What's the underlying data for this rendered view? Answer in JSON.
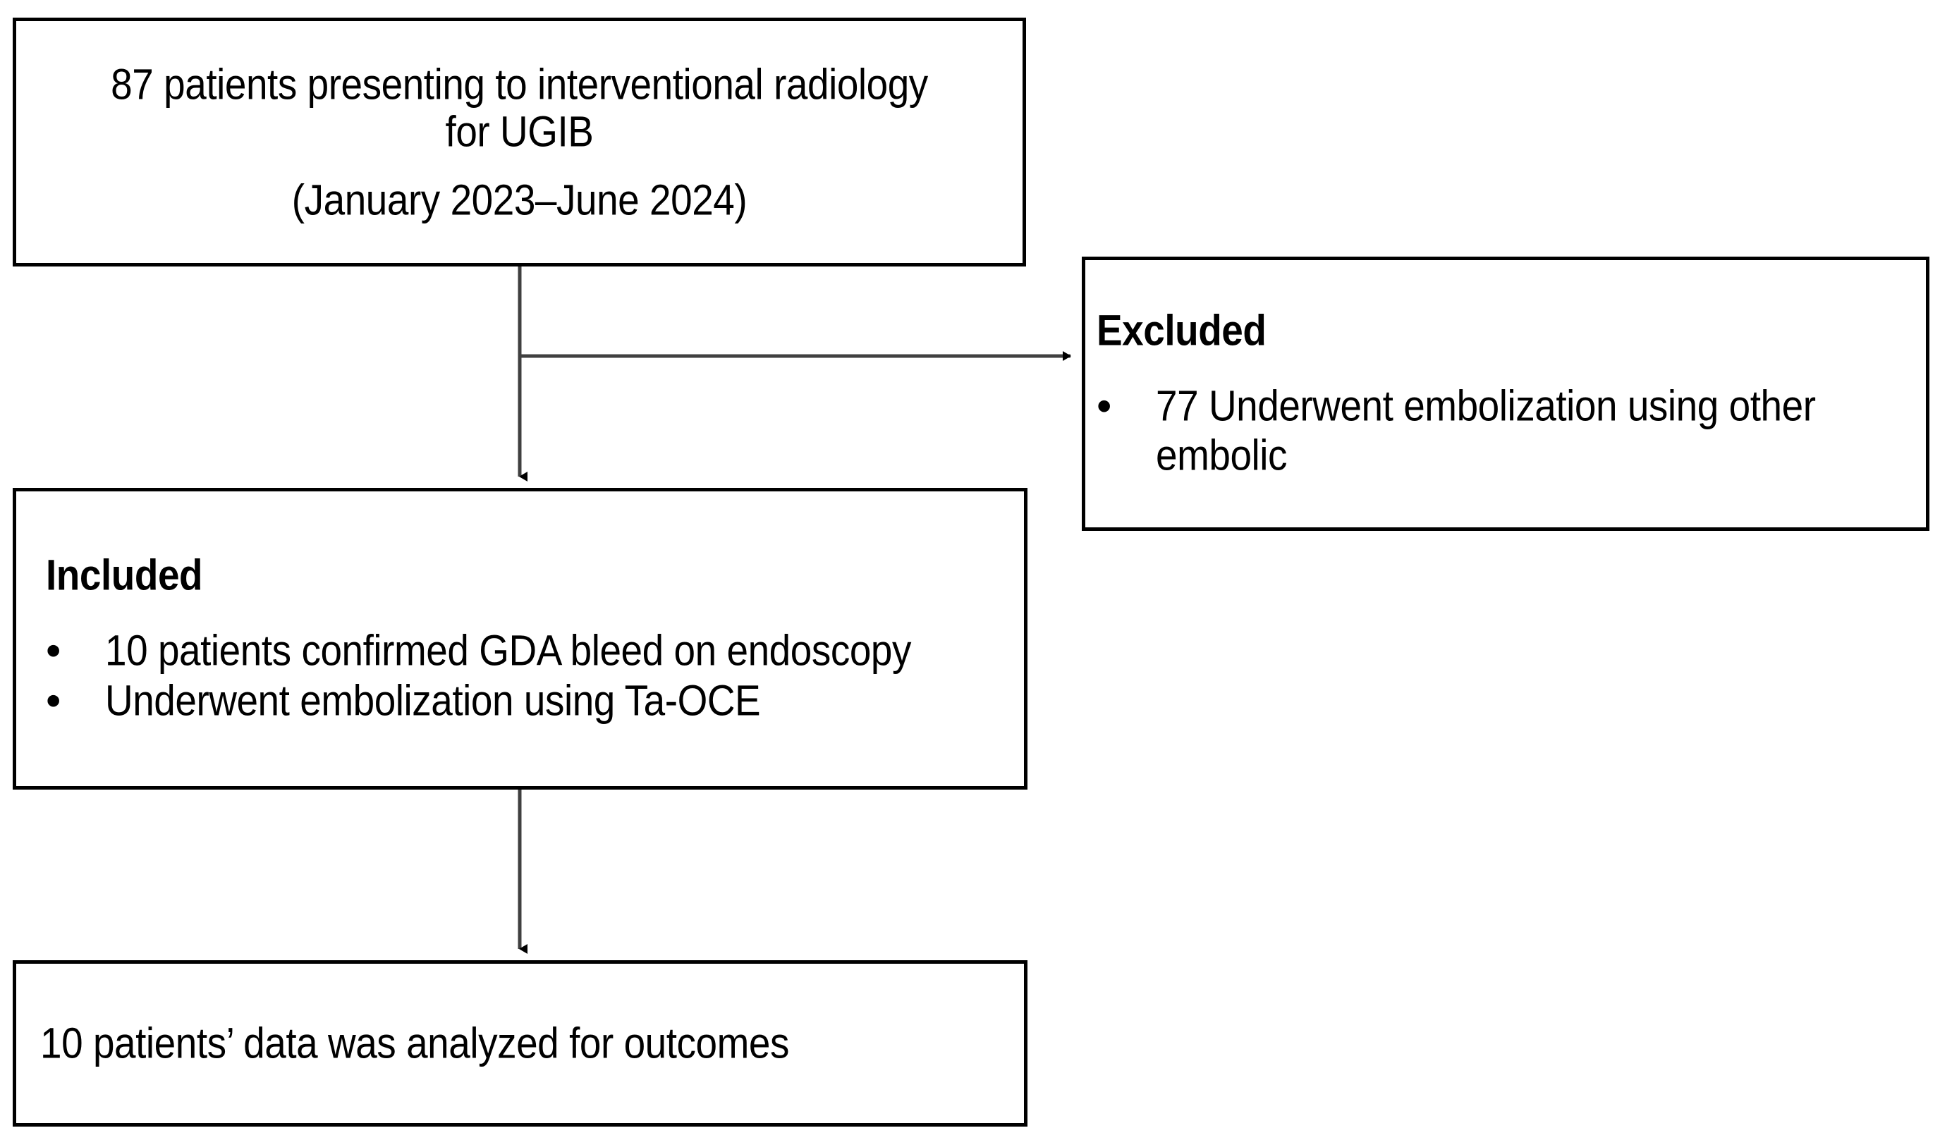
{
  "figure": {
    "type": "patient-flow-diagram",
    "background_color": "#ffffff",
    "line_color": "#000000",
    "text_color": "#000000"
  },
  "nodes": {
    "cohort": {
      "line1": "87 patients presenting to interventional radiology",
      "line2": "for UGIB",
      "line3": "(January 2023–June 2024)"
    },
    "excluded": {
      "heading": "Excluded",
      "bullet_marker": "•",
      "bullets": [
        "77 Underwent embolization using other embolic"
      ]
    },
    "included": {
      "heading": "Included",
      "bullet_marker": "•",
      "bullets": [
        "10 patients confirmed GDA bleed on endoscopy",
        "Underwent embolization using Ta-OCE"
      ]
    },
    "analyzed": {
      "line1": "10 patients’ data was analyzed for outcomes"
    }
  },
  "connectors": [
    {
      "name": "cohort-to-included",
      "from": "cohort",
      "to": "included",
      "orientation": "vertical",
      "arrowhead": "down"
    },
    {
      "name": "cohort-to-excluded",
      "from": "cohort",
      "to": "excluded",
      "orientation": "horizontal",
      "arrowhead": "right"
    },
    {
      "name": "included-to-analyzed",
      "from": "included",
      "to": "analyzed",
      "orientation": "vertical",
      "arrowhead": "down"
    }
  ]
}
